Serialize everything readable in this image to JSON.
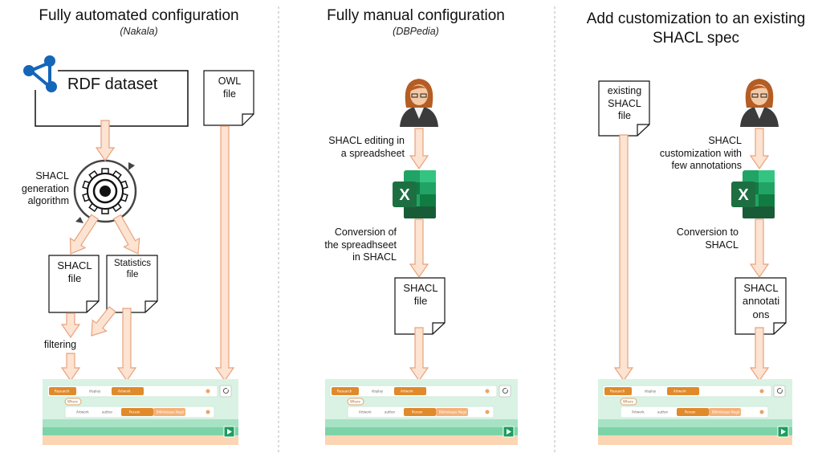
{
  "columns": [
    {
      "title": "Fully automated configuration",
      "subtitle": "(Nakala)",
      "dataset_label": "RDF dataset",
      "owl_file": "OWL\nfile",
      "algorithm_label": "SHACL\ngeneration\nalgorithm",
      "shacl_file": "SHACL\nfile",
      "statistics_file": "Statistics\nfile",
      "filtering_label": "filtering"
    },
    {
      "title": "Fully manual configuration",
      "subtitle": "(DBPedia)",
      "editing_label": "SHACL editing in\na spreadsheet",
      "conversion_label": "Conversion of\nthe spreadhseet\nin SHACL",
      "shacl_file": "SHACL\nfile"
    },
    {
      "title": "Add customization to an existing\nSHACL spec",
      "existing_file": "existing\nSHACL\nfile",
      "customization_label": "SHACL\ncustomization with\nfew annotations",
      "conversion_label": "Conversion to\nSHACL",
      "annotations_file": "SHACL\nannotati\nons"
    }
  ],
  "excel_letter": "X",
  "query_ui": {
    "row1": [
      "Research",
      "display",
      "Artwork"
    ],
    "where": "Where",
    "row2": [
      "Artwork",
      "author",
      "Person",
      "Biblioteque Nagé"
    ]
  },
  "colors": {
    "arrow_fill": "#fce3d2",
    "arrow_stroke": "#e8a27c",
    "separator": "#b5b5b5",
    "ui_bg": "#d9f2e4",
    "ui_stripe": "#7dd3a8",
    "ui_bottom": "#fbd5b4",
    "ui_pill": "#e08a2b",
    "excel_green": "#1d6f42",
    "network_blue": "#1466b8"
  }
}
